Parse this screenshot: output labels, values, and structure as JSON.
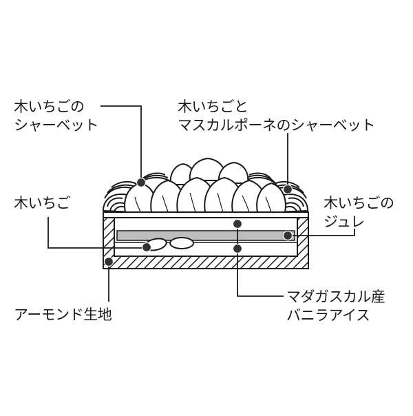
{
  "labels": {
    "wild_strawberry_sherbet": {
      "line1": "木いちごの",
      "line2": "シャーベット"
    },
    "strawberry_mascarpone_sherbet": {
      "line1": "木いちごと",
      "line2": "マスカルポーネのシャーベット"
    },
    "wild_strawberry": {
      "line1": "木いちご"
    },
    "wild_strawberry_jelly": {
      "line1": "木いちごの",
      "line2": "ジュレ"
    },
    "almond_base": {
      "line1": "アーモンド生地"
    },
    "madagascar_vanilla_ice": {
      "line1": "マダガスカル産",
      "line2": "バニラアイス"
    }
  },
  "colors": {
    "line": "#1a1a1a",
    "marker": "#333333",
    "jelly_band": "#bdbdbd",
    "container_stroke": "#1a1a1a",
    "background": "#ffffff"
  }
}
